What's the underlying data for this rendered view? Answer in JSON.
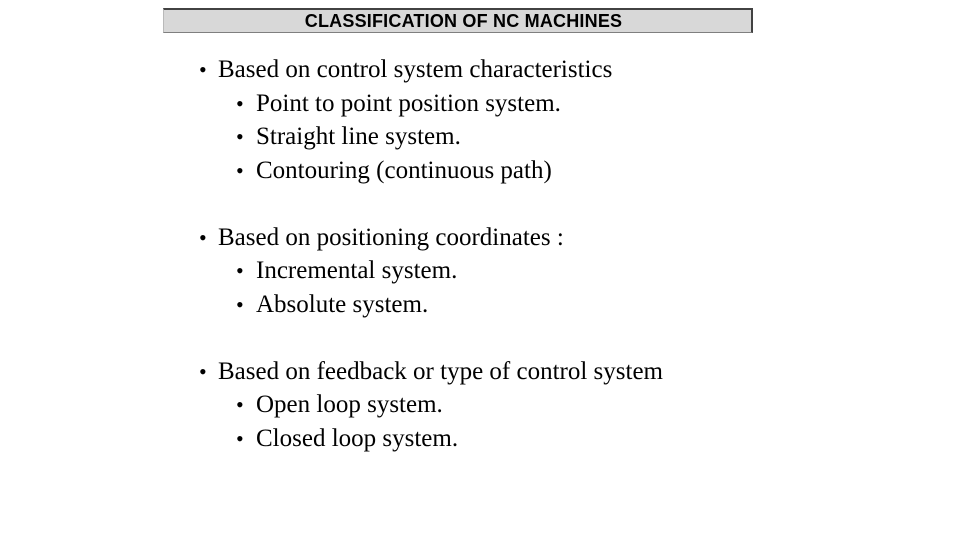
{
  "title_bar": {
    "text": "CLASSIFICATION OF NC MACHINES",
    "bg_color": "#d8d8d8",
    "border_dark_color": "#424242",
    "text_color": "#000000"
  },
  "content": {
    "bullet": "•",
    "groups": [
      {
        "heading": "Based on control system characteristics",
        "items": [
          "Point to point position system.",
          "Straight line system.",
          "Contouring (continuous path)"
        ]
      },
      {
        "heading": "Based on positioning coordinates :",
        "items": [
          "Incremental system.",
          "Absolute system."
        ]
      },
      {
        "heading": "Based on feedback or type of control system",
        "items": [
          "Open loop system.",
          "Closed loop system."
        ]
      }
    ]
  }
}
